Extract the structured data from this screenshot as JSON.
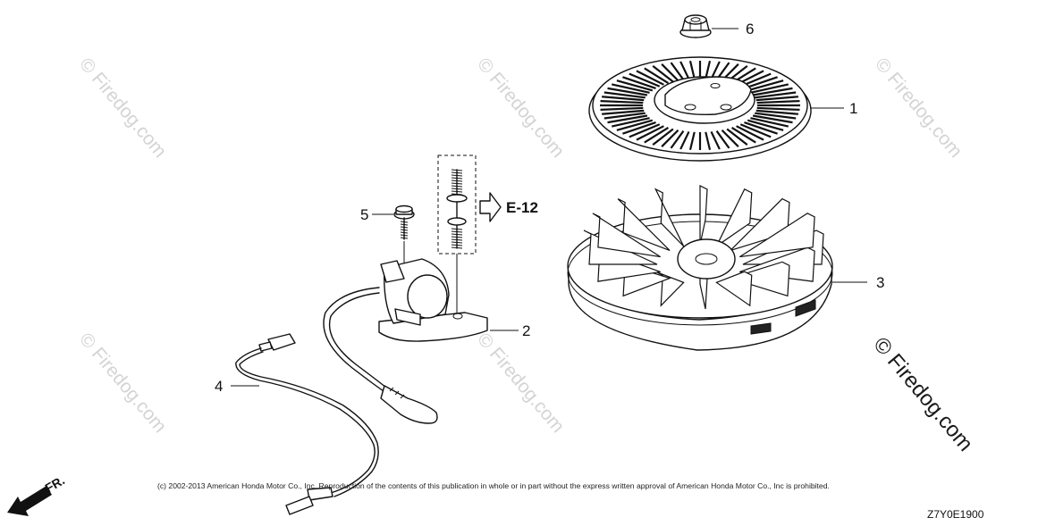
{
  "watermark": {
    "text": "© Firedog.com",
    "prominent_text": "© Firedog.com"
  },
  "callouts": {
    "part1": "1",
    "part2": "2",
    "part3": "3",
    "part4": "4",
    "part5": "5",
    "part6": "6"
  },
  "reference": {
    "label": "E-12"
  },
  "direction": {
    "label": "FR."
  },
  "footer": {
    "copyright": "(c) 2002-2013 American Honda Motor Co., Inc. Reproduction of the contents of this publication in whole or in part without the express written approval of American Honda Motor Co., Inc is prohibited.",
    "diagram_code": "Z7Y0E1900"
  },
  "colors": {
    "line": "#111111",
    "watermark": "#d4d4d4",
    "background": "#ffffff"
  }
}
